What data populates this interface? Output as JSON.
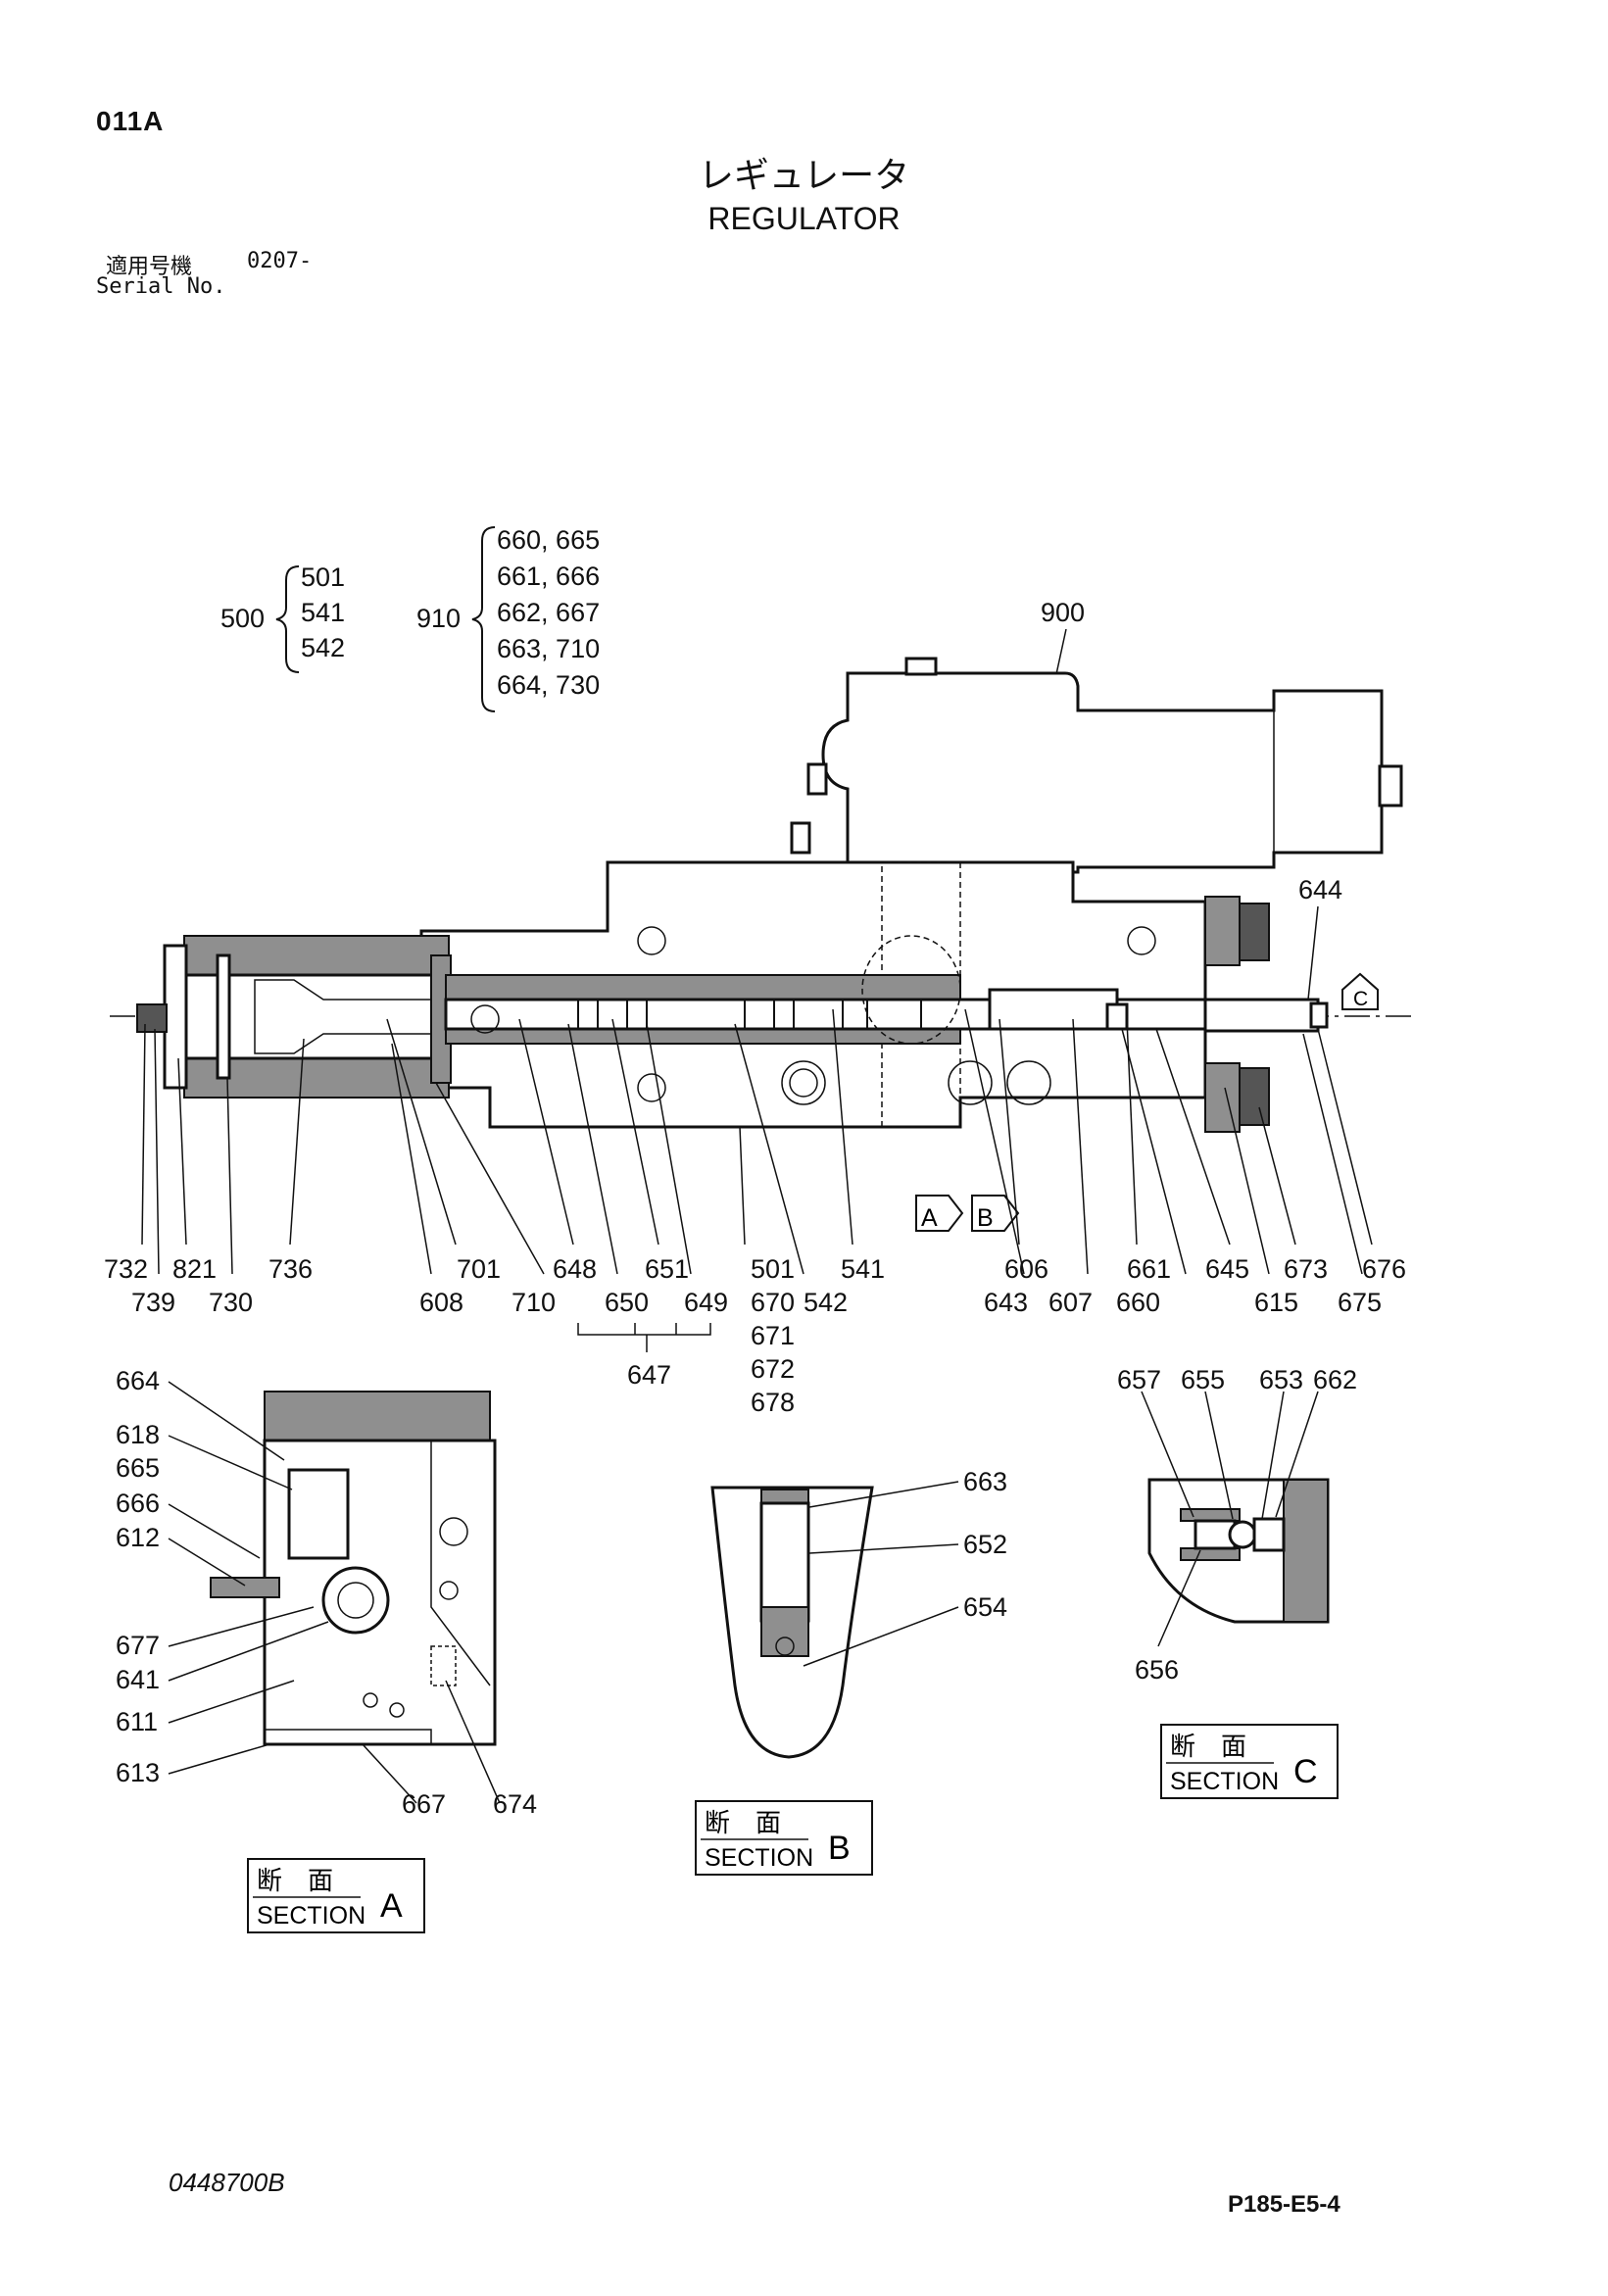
{
  "header": {
    "page_code": "011A",
    "title_jp": "レギュレータ",
    "title_en": "REGULATOR",
    "serial_label_jp": "適用号機",
    "serial_value": "0207-",
    "serial_label_en": "Serial No."
  },
  "groups": {
    "g500": {
      "label": "500",
      "items": [
        "501",
        "541",
        "542"
      ]
    },
    "g910": {
      "label": "910",
      "items": [
        "660, 665",
        "661, 666",
        "662, 667",
        "663, 710",
        "664, 730"
      ]
    },
    "g647": {
      "label": "647"
    }
  },
  "callouts": {
    "c900": "900",
    "c644": "644",
    "c732": "732",
    "c739": "739",
    "c821": "821",
    "c730": "730",
    "c736": "736",
    "c701": "701",
    "c608": "608",
    "c710": "710",
    "c648": "648",
    "c650": "650",
    "c651": "651",
    "c649": "649",
    "c501": "501",
    "c670": "670",
    "c671": "671",
    "c672": "672",
    "c678": "678",
    "c541": "541",
    "c542": "542",
    "c606": "606",
    "c643": "643",
    "c607": "607",
    "c661": "661",
    "c660": "660",
    "c645": "645",
    "c615": "615",
    "c673": "673",
    "c675": "675",
    "c676": "676",
    "a664": "664",
    "a618": "618",
    "a665": "665",
    "a666": "666",
    "a612": "612",
    "a677": "677",
    "a641": "641",
    "a611": "611",
    "a613": "613",
    "a667": "667",
    "a674": "674",
    "b663": "663",
    "b652": "652",
    "b654": "654",
    "s657": "657",
    "s655": "655",
    "s653": "653",
    "s662": "662",
    "s656": "656"
  },
  "section_markers": {
    "a": "A",
    "b": "B",
    "c": "C"
  },
  "sections": {
    "a": {
      "jp": "断　面",
      "en": "SECTION",
      "letter": "A"
    },
    "b": {
      "jp": "断　面",
      "en": "SECTION",
      "letter": "B"
    },
    "c": {
      "jp": "断　面",
      "en": "SECTION",
      "letter": "C"
    }
  },
  "footer": {
    "drawing_no": "0448700B",
    "page_ref": "P185-E5-4"
  }
}
